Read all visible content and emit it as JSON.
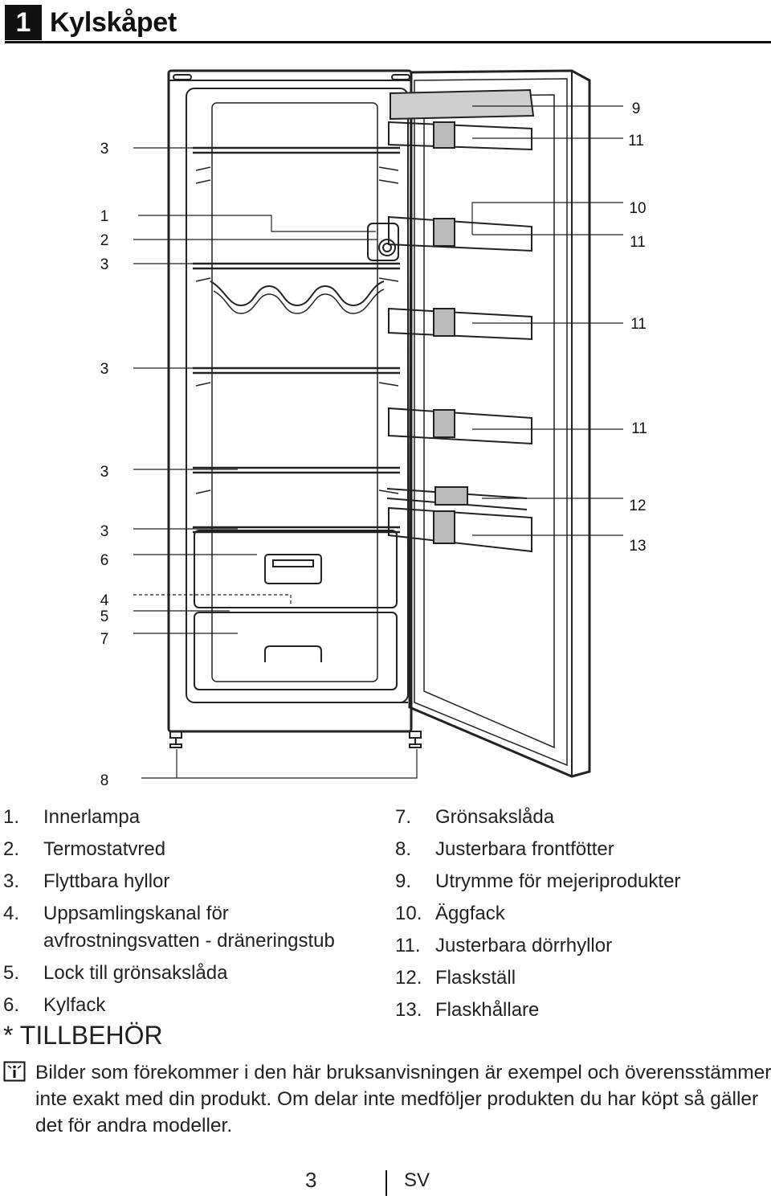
{
  "header": {
    "section_number": "1",
    "title": "Kylskåpet"
  },
  "diagram": {
    "callouts_left": [
      "3",
      "1",
      "2",
      "3",
      "3",
      "3",
      "3",
      "6",
      "4",
      "5",
      "7",
      "8"
    ],
    "callouts_right": [
      "9",
      "11",
      "10",
      "11",
      "11",
      "11",
      "12",
      "13"
    ]
  },
  "parts_left": [
    {
      "num": "1.",
      "label": "Innerlampa"
    },
    {
      "num": "2.",
      "label": "Termostatvred"
    },
    {
      "num": "3.",
      "label": "Flyttbara hyllor"
    },
    {
      "num": "4.",
      "label": "Uppsamlingskanal för avfrostningsvatten - dräneringstub"
    },
    {
      "num": "5.",
      "label": "Lock till grönsakslåda"
    },
    {
      "num": "6.",
      "label": "Kylfack"
    }
  ],
  "parts_right": [
    {
      "num": "7.",
      "label": "Grönsakslåda"
    },
    {
      "num": "8.",
      "label": "Justerbara frontfötter"
    },
    {
      "num": "9.",
      "label": "Utrymme för mejeriprodukter"
    },
    {
      "num": "10.",
      "label": "Äggfack"
    },
    {
      "num": "11.",
      "label": "Justerbara dörrhyllor"
    },
    {
      "num": "12.",
      "label": "Flaskställ"
    },
    {
      "num": "13.",
      "label": "Flaskhållare"
    }
  ],
  "accessory_label": "* TILLBEHÖR",
  "note": {
    "icon": "info-icon",
    "text": "Bilder som förekommer i den här bruksanvisningen är exempel och överensstämmer inte exakt med din produkt. Om delar inte medföljer produkten du har köpt så gäller det för andra modeller."
  },
  "footer": {
    "page_number": "3",
    "language": "SV"
  }
}
